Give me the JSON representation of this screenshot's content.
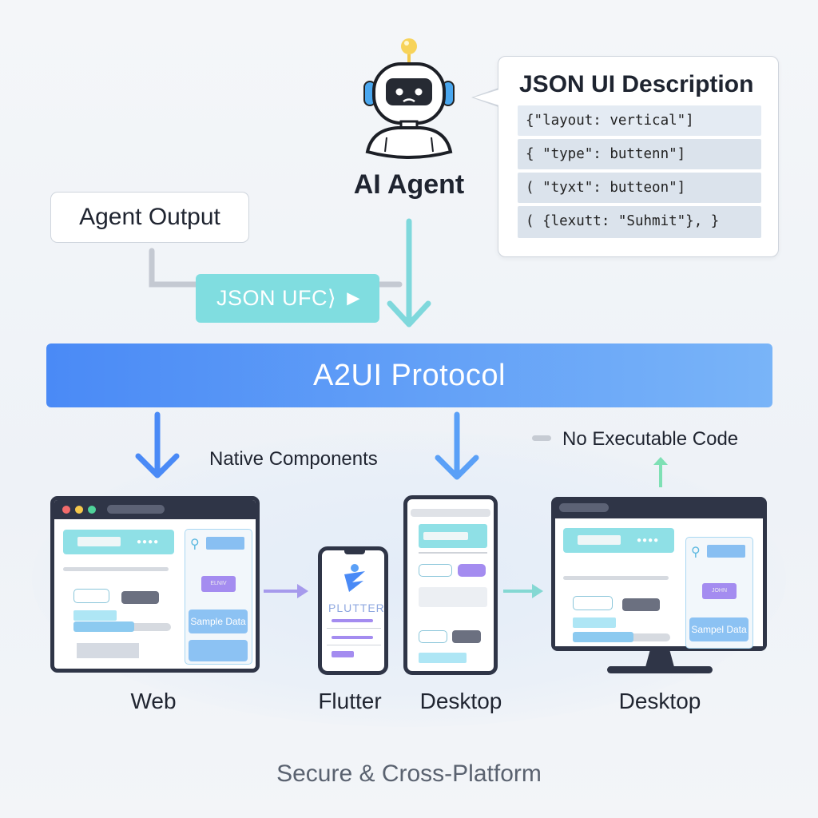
{
  "agent": {
    "label": "AI Agent",
    "icon": "robot-icon"
  },
  "json_description": {
    "title": "JSON UI Description",
    "lines": [
      "{\"layout:  vertical\"]",
      "{ \"type\": buttenn\"]",
      "( \"tyxt\": butteon\"]",
      "( {lexutt:  \"Suhmit\"}, }"
    ]
  },
  "agent_output": {
    "label": "Agent Output"
  },
  "json_chip": {
    "label": "JSON UFC⟩ ►"
  },
  "protocol": {
    "label": "A2UI Protocol"
  },
  "native_components": "Native Components",
  "no_executable_code": "No Executable Code",
  "devices": {
    "web": {
      "label": "Web",
      "sample": "Sample Data",
      "chip": "ELNIV"
    },
    "flutter": {
      "label": "Flutter",
      "logo_text": "PLUTTER"
    },
    "tablet": {
      "label": "Desktop"
    },
    "monitor": {
      "label": "Desktop",
      "sample": "Sampel Data",
      "chip": "JOHN"
    }
  },
  "footer": "Secure & Cross-Platform",
  "colors": {
    "protocol_start": "#4a8af6",
    "protocol_end": "#79b4f8",
    "teal": "#80dde0",
    "purple": "#a48cf0",
    "dark": "#2f3547"
  }
}
